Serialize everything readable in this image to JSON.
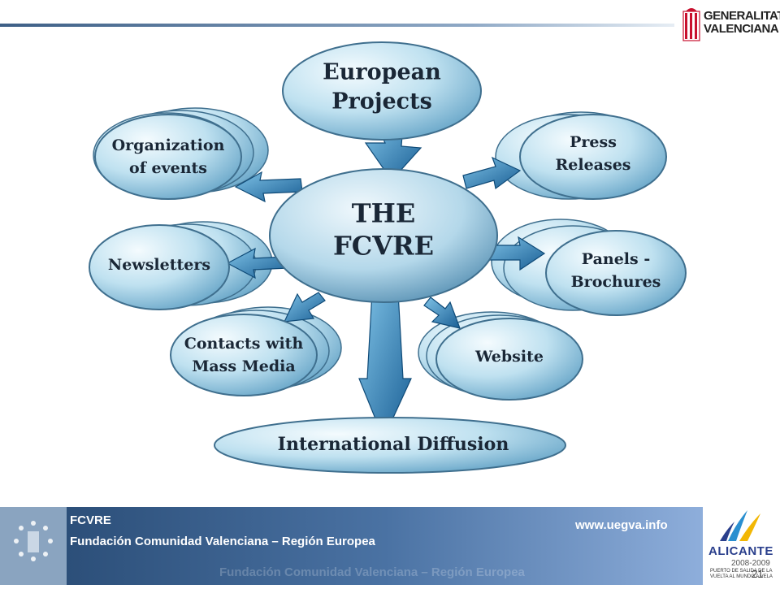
{
  "diagram": {
    "center": [
      "THE",
      "FCVRE"
    ],
    "source": [
      "European",
      "Projects"
    ],
    "bottom": "International Diffusion",
    "activities": {
      "organization": [
        "Organization",
        "of events"
      ],
      "press": [
        "Press",
        "Releases"
      ],
      "newsletters": [
        "Newsletters"
      ],
      "panels": [
        "Panels -",
        "Brochures"
      ],
      "contacts": [
        "Contacts with",
        "Mass Media"
      ],
      "website": [
        "Website"
      ]
    }
  },
  "header": {
    "logo_line1": "GENERALITAT",
    "logo_line2": "VALENCIANA"
  },
  "footer": {
    "title": "FCVRE",
    "subtitle": "Fundación Comunidad Valenciana – Región Europea",
    "url": "www.uegva.info",
    "ghost": "Fundación Comunidad Valenciana – Región Europea",
    "logo_name": "ALICANTE",
    "logo_years": "2008-2009",
    "logo_slogan": "PUERTO DE SALIDA DE LA VUELTA AL MUNDO A VELA"
  },
  "page_number": "21",
  "colors": {
    "bubble_light": "#e8f5fb",
    "bubble_mid": "#a9d6ea",
    "bubble_edge": "#5f9fbf",
    "arrow": "#1f6fa8",
    "text": "#1a2736"
  }
}
